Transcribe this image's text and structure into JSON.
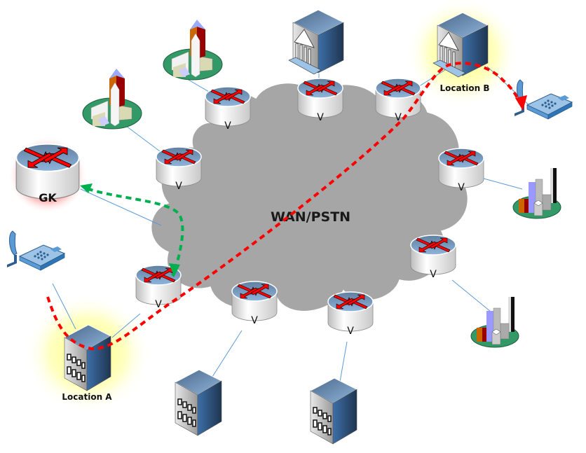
{
  "diagram": {
    "cloud_label": "WAN/PSTN",
    "gatekeeper": {
      "label": "GK",
      "highlight_color": "#ff8080"
    },
    "location_a": {
      "label": "Location A",
      "highlight_color": "#ffff80"
    },
    "location_b": {
      "label": "Location B",
      "highlight_color": "#ffff80"
    },
    "voice_gateways": [
      {
        "id": "v-top-1",
        "label": "V"
      },
      {
        "id": "v-top-2",
        "label": "V"
      },
      {
        "id": "v-top-3",
        "label": "V"
      },
      {
        "id": "v-left",
        "label": "V"
      },
      {
        "id": "v-right-1",
        "label": "V"
      },
      {
        "id": "v-right-2",
        "label": "V"
      },
      {
        "id": "v-bottom-left",
        "label": "V"
      },
      {
        "id": "v-bottom-1",
        "label": "V"
      },
      {
        "id": "v-bottom-2",
        "label": "V"
      }
    ],
    "paths": {
      "signaling": {
        "color": "#00b050",
        "style": "dashed",
        "description": "GK to gateway A"
      },
      "media": {
        "color": "#ff0000",
        "style": "dashed",
        "description": "Location A phone to Location B phone"
      }
    },
    "colors": {
      "cloud": "#a6a6a6",
      "link": "#5b9bd5",
      "router_top": "#7fa7cf",
      "arrow": "#ff0000"
    }
  }
}
